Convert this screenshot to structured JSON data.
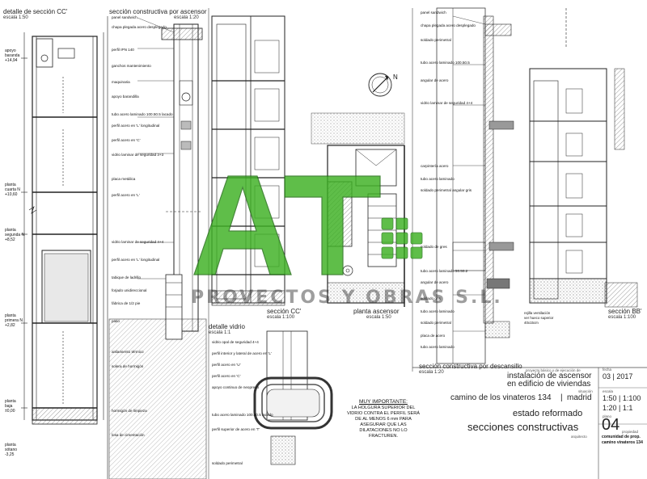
{
  "titles": {
    "detail_cc": "detalle de sección CC'",
    "detail_cc_scale": "escala 1:50",
    "section_asc": "sección constructiva por ascensor",
    "section_asc_scale": "escala 1:20",
    "detail_glass": "detalle vidrio",
    "detail_glass_scale": "escala 1:1",
    "section_cc": "sección CC'",
    "section_cc_scale": "escala 1:100",
    "plan": "planta ascensor",
    "plan_scale": "escala 1:50",
    "section_stair": "sección constructiva por descansillo",
    "section_stair_scale": "escala 1:20",
    "section_bb": "sección BB'",
    "section_bb_scale": "escala 1:100"
  },
  "levels": {
    "l1": "apoyo\nbaranda\n+14,94",
    "l2": "planta\ncuarta N\n+10,60",
    "l3": "planta\nsegunda N\n+8,52",
    "l4": "planta\nprimera N\n+2,82",
    "l5": "planta\nbaja\n±0,00",
    "l6": "planta\nsótano\n-3,25"
  },
  "labels_asc": [
    "panel sandwich",
    "chapa plegada acero desplegado",
    "perfil IPN 140",
    "ganchos mantenimiento",
    "maquinaria",
    "apoyo barandilla",
    "tubo acero laminado 100.50.5 lacado",
    "perfil acero en 'L' longitudinal",
    "perfil acero en 'C'",
    "vidrio laminar de seguridad 3+3",
    "placa metálica",
    "perfil acero en 'L'",
    "vidrio laminar de seguridad 4+4",
    "perfil acero en 'L' longitudinal",
    "tabique de ladrillo",
    "forjado unidireccional",
    "fábrica de 1/2 pie",
    "patio",
    "aislamiento térmico",
    "solera de hormigón",
    "hormigón de limpieza",
    "losa de cimentación"
  ],
  "labels_glass": [
    "vidrio opal de seguridad 4+4",
    "perfil interior y lateral de acero en 'L'",
    "perfil acero en 'U'",
    "perfil acero en 'C'",
    "apoyo continuo de neopreno",
    "tubo acero laminado 100.50.5 lacado",
    "perfil superior de acero en 'T'",
    "soldado perimetral"
  ],
  "labels_stair": [
    "panel sandwich",
    "chapa plegada acero desplegado",
    "soldado perimetral",
    "tubo acero laminado 100.50.5",
    "angular de acero",
    "vidrio laminar de seguridad 4+4",
    "carpintería acero",
    "tubo acero laminado",
    "soldado perimetral angular gris",
    "soldado de gres",
    "tubo acero laminado 50.50.2",
    "angular de acero",
    "soldado gris",
    "tubo acero laminado",
    "soldado perimetral",
    "placa de acero",
    "tubo acero laminado"
  ],
  "labels_bb": [
    "rejilla ventilación",
    "ver hueco superior",
    "40x15cm"
  ],
  "note": {
    "heading": "MUY IMPORTANTE:",
    "body": "LA HOLGURA SUPERIOR DEL VIDRIO CONTRA EL PERFIL SERÁ DE AL MENOS 6 mm PARA ASEGURAR QUE LAS DILATACIONES NO LO FRACTUREN."
  },
  "title_block": {
    "project_label": "proyecto básico y de ejecución de",
    "project_title_1": "instalación de ascensor",
    "project_title_2": "en edificio de viviendas",
    "location_label": "situación",
    "address": "camino de los vinateros 134",
    "city": "madrid",
    "status": "estado reformado",
    "sheet_title": "secciones constructivas",
    "architect_label": "arquitecto",
    "date_label": "fecha",
    "date": "03 | 2017",
    "scale_label": "escala",
    "scales_1": "1:50 | 1:100",
    "scales_2": "1:20 | 1:1",
    "plano_label": "plano",
    "sheet_number": "04",
    "owner_label": "propiedad",
    "owner_1": "comunidad de prop.",
    "owner_2": "camino vinateros 134"
  },
  "watermark": {
    "letters": "AT",
    "company": "PROVECTOS Y OBRAS",
    "suffix": "S.L.",
    "green": "#3cb022",
    "dark_green": "#1f6e12"
  },
  "compass": {
    "north": "N"
  }
}
